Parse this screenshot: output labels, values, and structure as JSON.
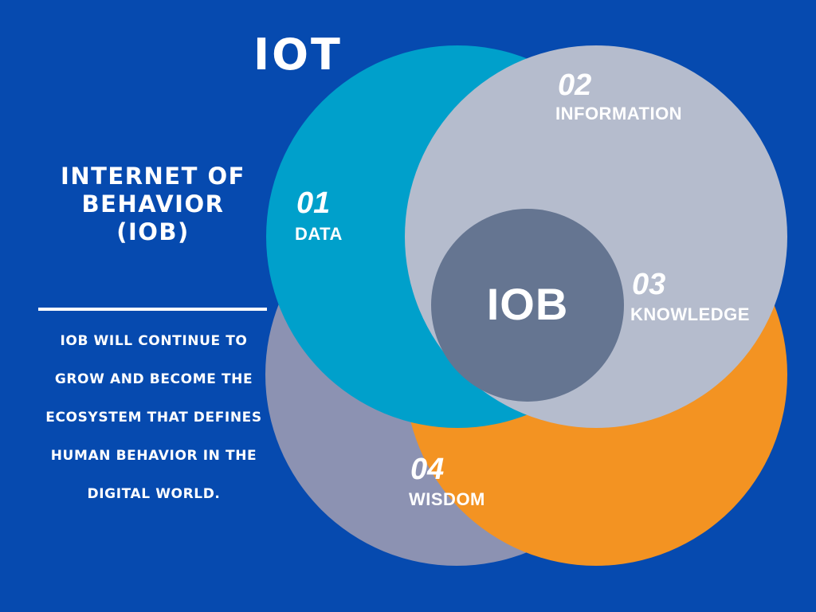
{
  "colors": {
    "background": "#064aaf",
    "data_circle": "#00a0cb",
    "information_circle": "#b5bccd",
    "knowledge_circle": "#f39322",
    "wisdom_circle": "#8c92b2",
    "center_circle": "#657591",
    "text": "#ffffff"
  },
  "header": {
    "iot": "IOT"
  },
  "sidebar": {
    "title_lines": [
      "INTERNET OF",
      "BEHAVIOR",
      "(IOB)"
    ],
    "description_lines": [
      "IOB WILL CONTINUE TO",
      "GROW AND BECOME THE",
      "ECOSYSTEM THAT DEFINES",
      "HUMAN BEHAVIOR IN THE",
      "DIGITAL WORLD."
    ]
  },
  "center": {
    "label": "IOB"
  },
  "steps": [
    {
      "number": "01",
      "label": "DATA"
    },
    {
      "number": "02",
      "label": "INFORMATION"
    },
    {
      "number": "03",
      "label": "KNOWLEDGE"
    },
    {
      "number": "04",
      "label": "WISDOM"
    }
  ]
}
